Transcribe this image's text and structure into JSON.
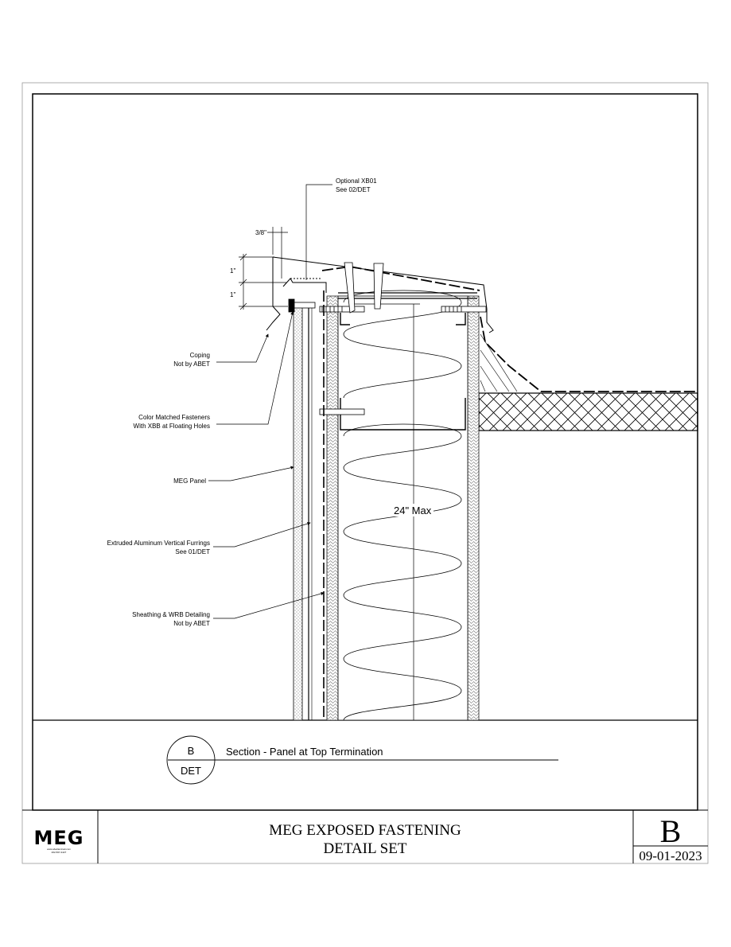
{
  "labels": {
    "optional_xb01_l1": "Optional XB01",
    "optional_xb01_l2": "See 02/DET",
    "coping_l1": "Coping",
    "coping_l2": "Not by ABET",
    "fasteners_l1": "Color Matched Fasteners",
    "fasteners_l2": "With XBB at Floating Holes",
    "meg_panel": "MEG Panel",
    "furrings_l1": "Extruded Aluminum Vertical Furrings",
    "furrings_l2": "See 01/DET",
    "sheathing_l1": "Sheathing & WRB Detailing",
    "sheathing_l2": "Not by ABET"
  },
  "dimensions": {
    "d38": "3/8\"",
    "d1a": "1\"",
    "d1b": "1\"",
    "max24": "24\" Max"
  },
  "detail_tag": {
    "letter": "B",
    "sheet": "DET",
    "title": "Section - Panel at Top Termination"
  },
  "title_block": {
    "logo": "MEG",
    "logo_small_l1": "www.abetlaminati.com",
    "logo_small_l2": "262-567-4427",
    "title_l1": "MEG EXPOSED FASTENING",
    "title_l2": "DETAIL SET",
    "set_letter": "B",
    "date": "09-01-2023"
  }
}
